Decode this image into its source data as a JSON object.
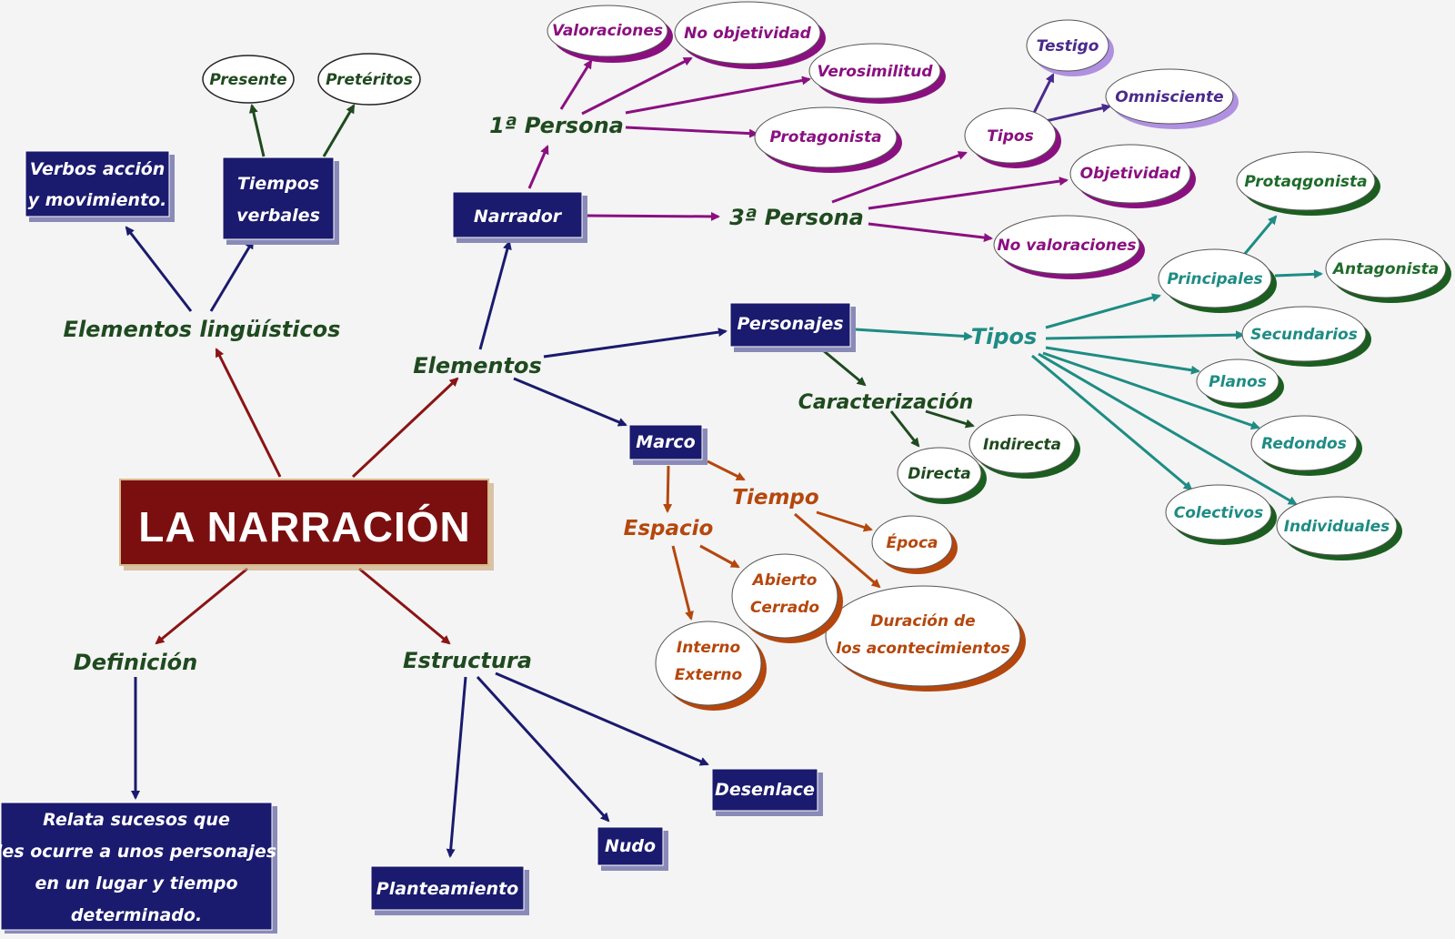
{
  "colors": {
    "red": "#8b1414",
    "navy": "#1a1a6e",
    "purple": "#8a1080",
    "teal": "#1e8c84",
    "orange": "#b5470d",
    "green": "#1f4a1f",
    "violet": "#4a2a8c",
    "title_bg": "#7b0f0f"
  },
  "diagram": {
    "title": "LA NARRACIÓN",
    "elementos_linguisticos": "Elementos lingüísticos",
    "verbos": [
      "Verbos acción",
      "y movimiento."
    ],
    "tiempos_verbales": [
      "Tiempos",
      "verbales"
    ],
    "presente": "Presente",
    "preteritos": "Pretéritos",
    "elementos": "Elementos",
    "narrador": "Narrador",
    "primera_persona": "1ª Persona",
    "valoraciones": "Valoraciones",
    "no_objetividad": "No objetividad",
    "verosimilitud": "Verosimilitud",
    "protagonista_narrador": "Protagonista",
    "tercera_persona": "3ª Persona",
    "tipos_narrador": "Tipos",
    "testigo": "Testigo",
    "omnisciente": "Omnisciente",
    "objetividad": "Objetividad",
    "no_valoraciones": "No valoraciones",
    "personajes": "Personajes",
    "tipos_personajes": "Tipos",
    "principales": "Principales",
    "protagonista_personaje": "Protaqgonista",
    "antagonista": "Antagonista",
    "secundarios": "Secundarios",
    "planos": "Planos",
    "redondos": "Redondos",
    "colectivos": "Colectivos",
    "individuales": "Individuales",
    "caracterizacion": "Caracterización",
    "indirecta": "Indirecta",
    "directa": "Directa",
    "marco": "Marco",
    "tiempo": "Tiempo",
    "epoca": "Época",
    "duracion": [
      "Duración de",
      "los acontecimientos"
    ],
    "espacio": "Espacio",
    "abierto_cerrado": [
      "Abierto",
      "Cerrado"
    ],
    "interno_externo": [
      "Interno",
      "Externo"
    ],
    "definicion": "Definición",
    "definicion_texto": [
      "Relata sucesos que",
      "les ocurre a unos personajes",
      "en un lugar y tiempo",
      "determinado."
    ],
    "estructura": "Estructura",
    "planteamiento": "Planteamiento",
    "nudo": "Nudo",
    "desenlace": "Desenlace"
  }
}
